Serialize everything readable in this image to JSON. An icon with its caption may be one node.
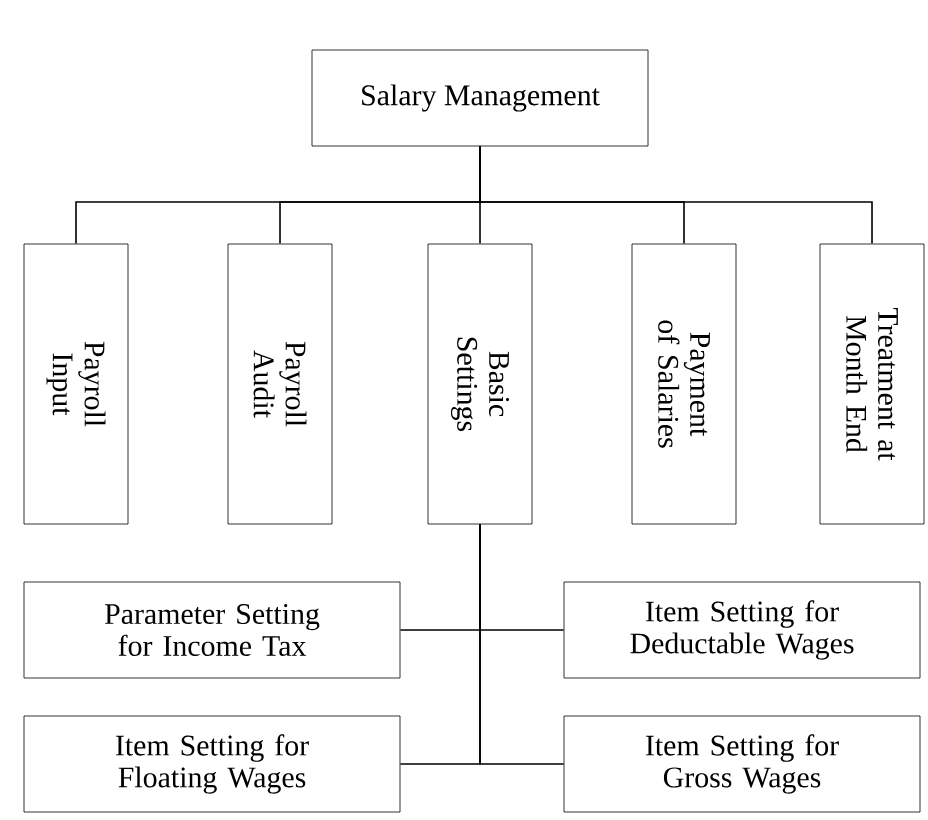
{
  "diagram": {
    "nodes": [
      {
        "text": [
          "Salary Management"
        ]
      },
      {
        "text": [
          "Payroll Input"
        ]
      },
      {
        "text": [
          "Payroll Audit"
        ]
      },
      {
        "text": [
          "Basic Settings"
        ]
      },
      {
        "text": [
          "Payment of Salaries"
        ]
      },
      {
        "text": [
          "Treatment at Month End"
        ]
      },
      {
        "text": [
          "Parameter Setting for Income Tax"
        ]
      },
      {
        "text": [
          "Item Setting for Deductable Wages"
        ]
      },
      {
        "text": [
          "Item Setting for Floating Wages"
        ]
      },
      {
        "text": [
          "Item Setting for Gross Wages"
        ]
      }
    ],
    "edges": [
      {
        "from": 0,
        "to": 1,
        "arrow": "none"
      },
      {
        "from": 0,
        "to": 2,
        "arrow": "none"
      },
      {
        "from": 0,
        "to": 3,
        "arrow": "none"
      },
      {
        "from": 0,
        "to": 4,
        "arrow": "none"
      },
      {
        "from": 0,
        "to": 5,
        "arrow": "none"
      },
      {
        "from": 3,
        "to": 6,
        "arrow": "none"
      },
      {
        "from": 3,
        "to": 7,
        "arrow": "none"
      },
      {
        "from": 3,
        "to": 8,
        "arrow": "none"
      },
      {
        "from": 3,
        "to": 9,
        "arrow": "none"
      }
    ]
  }
}
